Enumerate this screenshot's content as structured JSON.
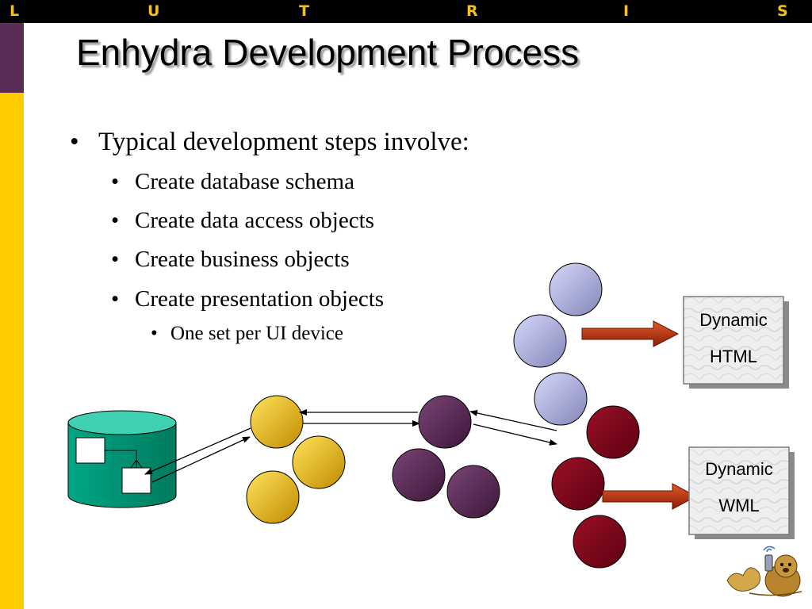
{
  "banner": {
    "letters": [
      "L",
      "U",
      "T",
      "R",
      "I",
      "S"
    ],
    "letter_color": "#f2c21a",
    "bar_color": "#000000"
  },
  "slide": {
    "title": "Enhydra Development Process",
    "bullet_glyph": "•",
    "bullets": {
      "main": "Typical development steps involve:",
      "sub": [
        "Create database schema",
        "Create data access objects",
        "Create business objects",
        "Create presentation objects"
      ],
      "subsub": "One set per UI device"
    }
  },
  "diagram": {
    "outputs": [
      {
        "line1": "Dynamic",
        "line2": "HTML"
      },
      {
        "line1": "Dynamic",
        "line2": "WML"
      }
    ],
    "colors": {
      "database": "#009977",
      "data_access": "#f0c000",
      "business": "#5a2a55",
      "html_presentation": "#b4b8ea",
      "wml_presentation": "#800018",
      "arrow": "#c0360f"
    }
  },
  "logo": {
    "icon": "otter-mascot-icon"
  }
}
